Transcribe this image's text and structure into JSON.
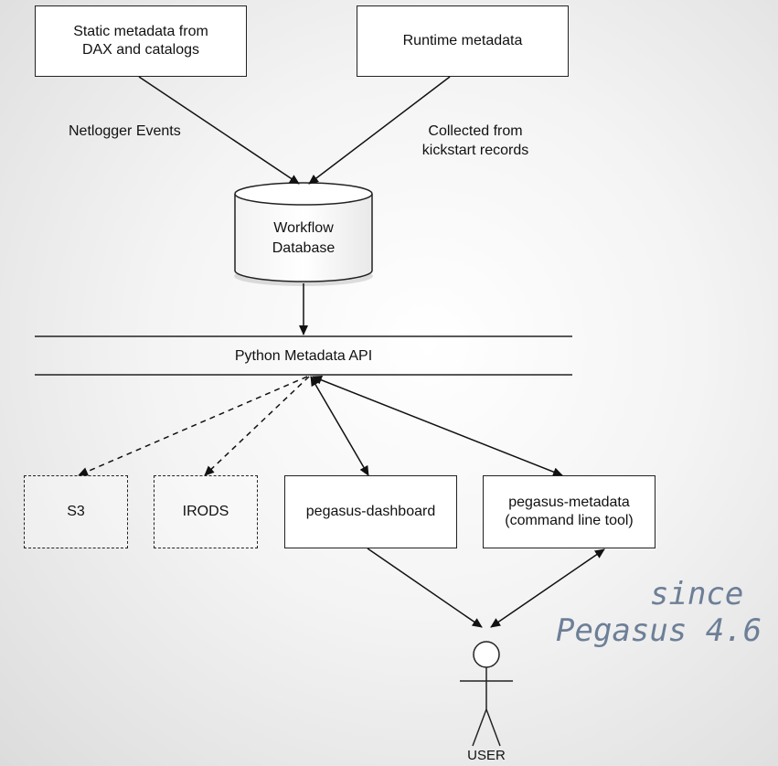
{
  "sources": {
    "static": {
      "line1": "Static metadata from",
      "line2": "DAX and catalogs"
    },
    "runtime": {
      "label": "Runtime metadata"
    }
  },
  "edges": {
    "netlogger": "Netlogger Events",
    "collected": {
      "line1": "Collected from",
      "line2": "kickstart records"
    }
  },
  "database": {
    "line1": "Workflow",
    "line2": "Database"
  },
  "api": {
    "label": "Python Metadata API"
  },
  "targets": {
    "s3": "S3",
    "irods": "IRODS",
    "dashboard": "pegasus-dashboard",
    "metadata_tool": {
      "line1": "pegasus-metadata",
      "line2": "(command line tool)"
    }
  },
  "user": {
    "label": "USER"
  },
  "note": {
    "line1": "since",
    "line2": "Pegasus 4.6"
  },
  "colors": {
    "note": "#6d7f97",
    "stroke": "#222222"
  }
}
